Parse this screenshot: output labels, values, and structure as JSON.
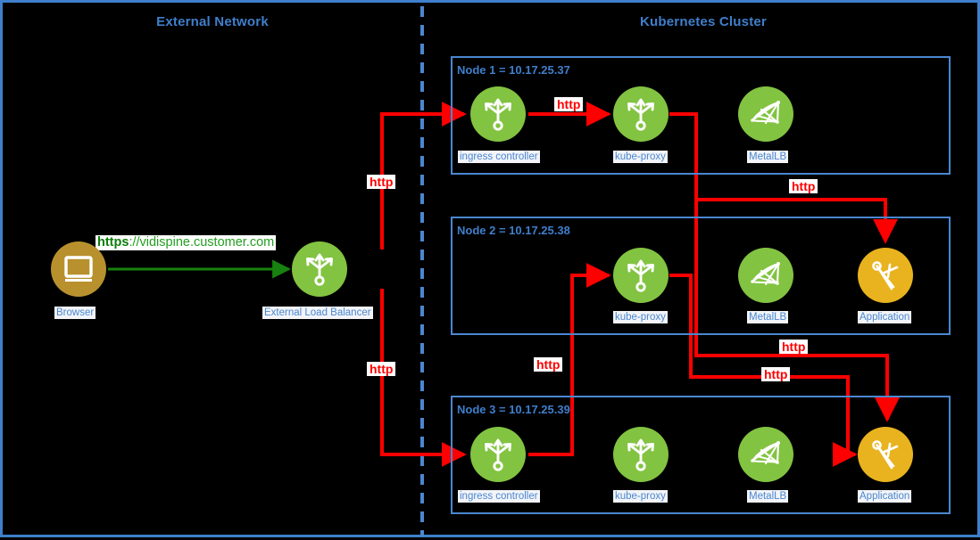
{
  "diagram": {
    "zones": [
      {
        "id": "external-network",
        "title": "External Network"
      },
      {
        "id": "kubernetes-cluster",
        "title": "Kubernetes Cluster"
      }
    ],
    "external": {
      "browser": {
        "label": "Browser",
        "icon": "browser-monitor-icon",
        "color": "#b8912e"
      },
      "load_balancer": {
        "label": "External Load Balancer",
        "icon": "kubernetes-trident-icon",
        "color": "#82c341"
      },
      "url": {
        "scheme": "https",
        "rest": "://vidispine.customer.com",
        "color": "#22a01f"
      }
    },
    "nodes": [
      {
        "id": "node-1",
        "title": "Node 1 = 10.17.25.37",
        "components": [
          {
            "id": "ingress-controller",
            "label": "ingress controller",
            "icon": "kubernetes-trident-icon",
            "color": "#82c341"
          },
          {
            "id": "kube-proxy",
            "label": "kube-proxy",
            "icon": "kubernetes-trident-icon",
            "color": "#82c341"
          },
          {
            "id": "metallb",
            "label": "MetalLB",
            "icon": "metallb-mesh-icon",
            "color": "#82c341"
          }
        ]
      },
      {
        "id": "node-2",
        "title": "Node 2 = 10.17.25.38",
        "components": [
          {
            "id": "kube-proxy",
            "label": "kube-proxy",
            "icon": "kubernetes-trident-icon",
            "color": "#82c341"
          },
          {
            "id": "metallb",
            "label": "MetalLB",
            "icon": "metallb-mesh-icon",
            "color": "#82c341"
          },
          {
            "id": "application",
            "label": "Application",
            "icon": "compass-divider-icon",
            "color": "#e8b31e"
          }
        ]
      },
      {
        "id": "node-3",
        "title": "Node 3 = 10.17.25.39",
        "components": [
          {
            "id": "ingress-controller",
            "label": "ingress controller",
            "icon": "kubernetes-trident-icon",
            "color": "#82c341"
          },
          {
            "id": "kube-proxy",
            "label": "kube-proxy",
            "icon": "kubernetes-trident-icon",
            "color": "#82c341"
          },
          {
            "id": "metallb",
            "label": "MetalLB",
            "icon": "metallb-mesh-icon",
            "color": "#82c341"
          },
          {
            "id": "application",
            "label": "Application",
            "icon": "compass-divider-icon",
            "color": "#e8b31e"
          }
        ]
      }
    ],
    "edges": [
      {
        "id": "lb-to-node1-ingress",
        "label": "http"
      },
      {
        "id": "node1-ingress-to-kubeproxy",
        "label": "http"
      },
      {
        "id": "node1-kubeproxy-to-node2-app",
        "label": "http"
      },
      {
        "id": "lb-to-node3-ingress",
        "label": "http"
      },
      {
        "id": "node3-ingress-to-node2-kubeproxy",
        "label": "http"
      },
      {
        "id": "node2-kubeproxy-to-node3-app",
        "label": "http"
      },
      {
        "id": "node1-kubeproxy-to-node3-app",
        "label": "http"
      }
    ],
    "colors": {
      "border": "#3f7fcc",
      "divider": "#4a87d0",
      "flow_red": "#ff0000",
      "flow_green": "#17820f",
      "background": "#000000"
    }
  }
}
